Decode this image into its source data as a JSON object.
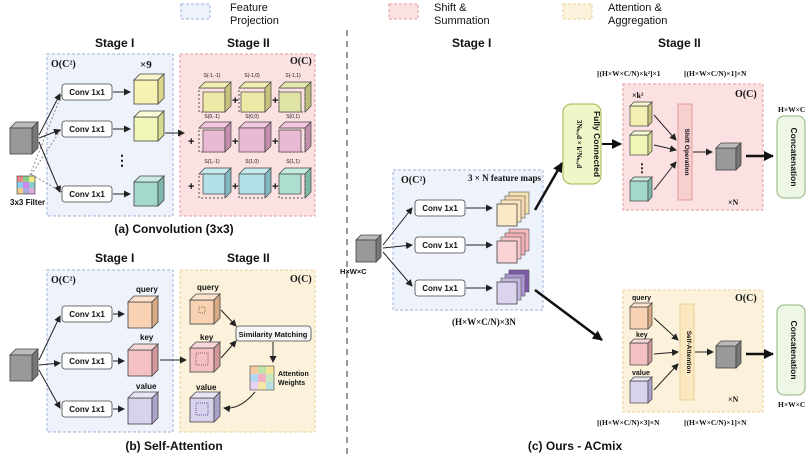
{
  "legend": {
    "feature_projection": [
      "Feature",
      "Projection"
    ],
    "shift_summation": [
      "Shift &",
      "Summation"
    ],
    "attention_aggregation": [
      "Attention  &",
      "Aggregation"
    ]
  },
  "colors": {
    "projection_bg": "#eef2fb",
    "projection_border": "#9fb3dd",
    "shift_bg": "#fbe1e1",
    "shift_border": "#e39a9a",
    "attn_bg": "#fcf2dc",
    "attn_border": "#e9cf95",
    "fc_bg": "#f1f6c9",
    "fc_border": "#9fb64f",
    "concat_bg": "#eef7e6",
    "concat_border": "#8fb07a"
  },
  "conv_panel": {
    "stage1": "Stage I",
    "stage2": "Stage II",
    "complexity1": "O(C²)",
    "complexity2": "O(C)",
    "times9": "×9",
    "conv_labels": [
      "Conv 1x1",
      "Conv 1x1",
      "Conv 1x1"
    ],
    "dots": "⋮",
    "filter_label": "3x3 Filter",
    "shift_labels": [
      "S(-1,-1)",
      "S(-1,0)",
      "S(-1,1)",
      "S(0,-1)",
      "S(0,0)",
      "S(0,1)",
      "S(1,-1)",
      "S(1,0)",
      "S(1,1)"
    ],
    "plus": "+",
    "caption": "(a) Convolution (3x3)"
  },
  "attn_panel": {
    "stage1": "Stage I",
    "stage2": "Stage II",
    "complexity1": "O(C²)",
    "complexity2": "O(C)",
    "conv_labels": [
      "Conv 1x1",
      "Conv 1x1",
      "Conv 1x1"
    ],
    "qkv1": [
      "query",
      "key",
      "value"
    ],
    "qkv2": [
      "query",
      "key",
      "value"
    ],
    "similarity": "Similarity Matching",
    "weights": [
      "Attention",
      "Weights"
    ],
    "caption": "(b) Self-Attention"
  },
  "acmix_panel": {
    "stage1": "Stage I",
    "stage2": "Stage II",
    "input_label": "H×W×C",
    "complexity1": "O(C²)",
    "feature_maps": "3 × N  feature maps",
    "conv_labels": [
      "Conv 1x1",
      "Conv 1x1",
      "Conv 1x1"
    ],
    "proj_out": "(H×W×C/N)×3N",
    "fc_title": "Fully Connected",
    "fc_formula": "3Nₕₑₐd × k²Nₕₑₐd",
    "top_formula_left": "[(H×W×C/N)×k²]×1",
    "top_formula_right": "[(H×W×C/N)×1]×N",
    "k2": "×k²",
    "shift_op": "Shift Operation",
    "complexity_top": "O(C)",
    "complexity_bottom": "O(C)",
    "times_n_top": "×N",
    "times_n_bottom": "×N",
    "qkv": [
      "query",
      "key",
      "value"
    ],
    "self_attention": "Self-Attention",
    "concat_top": "Concatenation",
    "concat_bottom": "Concatenation",
    "out_top": "H×W×C",
    "out_bottom": "H×W×C",
    "bottom_formula_left": "[(H×W×C/N)×3]×N",
    "bottom_formula_right": "[(H×W×C/N)×1]×N",
    "caption": "(c) Ours - ACmix"
  }
}
